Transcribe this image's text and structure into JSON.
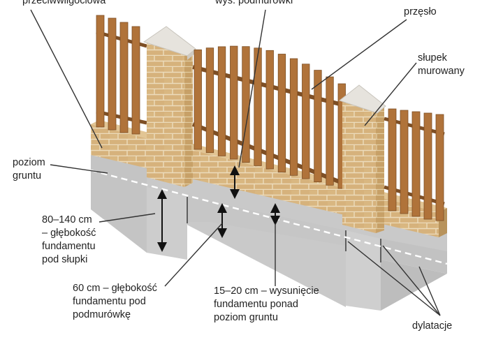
{
  "labels": {
    "izolacja": "przeciwwilgociowa",
    "wys_podmurowki": "wys. podmurówki",
    "przeslo": "przęsło",
    "slupek": "słupek\nmurowany",
    "poziom_gruntu": "poziom\ngruntu",
    "glebokosc_slupki": "80–140 cm\n– głębokość\nfundamentu\npod słupki",
    "glebokosc_podmurowka": "60 cm – głębokość\nfundamentu pod\npodmurówkę",
    "wysuniecie": "15–20 cm – wysunięcie\nfundamentu ponad\npoziom gruntu",
    "dylatacje": "dylatacje"
  },
  "colors": {
    "brick": "#d6b27c",
    "brick_light": "#e2c594",
    "brick_dark": "#b8935c",
    "mortar": "#ede0c4",
    "wood": "#b0733a",
    "wood_dark": "#7e4f25",
    "concrete": "#cbcbcb",
    "concrete_dark": "#a9a9a9",
    "cap": "#e6e3dd",
    "leader": "#333333"
  }
}
